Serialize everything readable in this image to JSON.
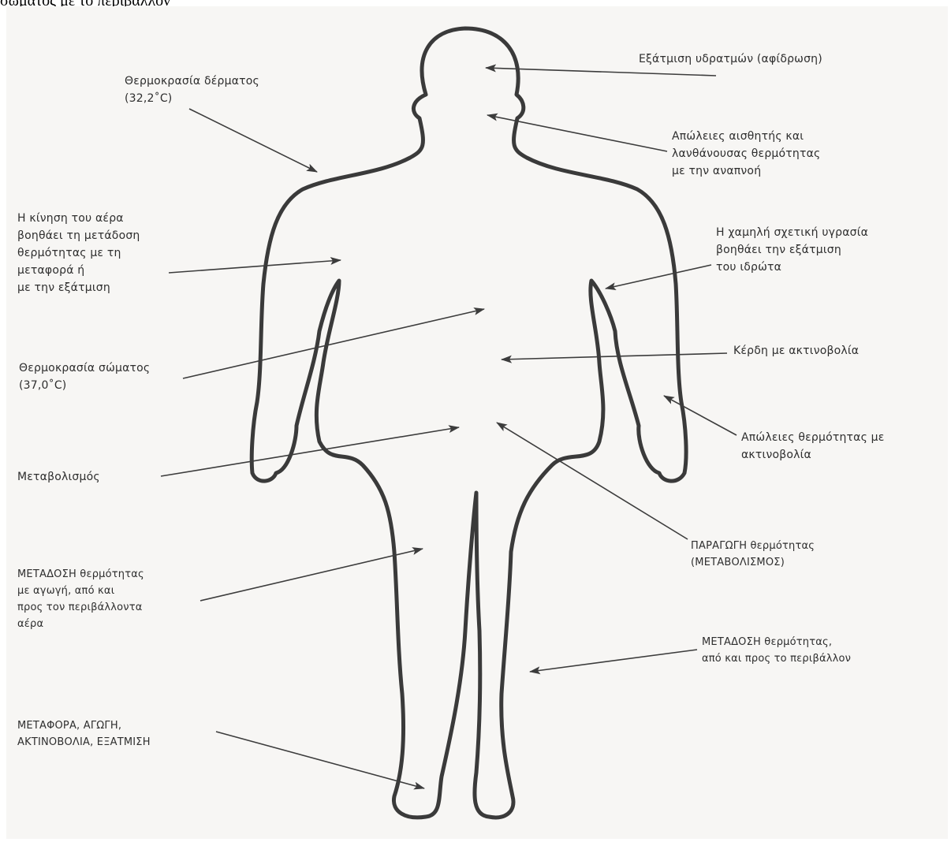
{
  "caption": "σώματος με το περιβάλλον",
  "labels": {
    "sweat_evaporation": "Εξάτμιση υδρατμών (αφίδρωση)",
    "skin_temp": "Θερμοκρασία δέρματος\n(32,2˚C)",
    "breathing_losses": "Απώλειες αισθητής και\nλανθάνουσας θερμότητας\nμε την αναπνοή",
    "air_motion": "Η κίνηση του αέρα\nβοηθάει τη μετάδοση\nθερμότητας με τη\nμεταφορά ή\nμε την εξάτμιση",
    "low_humidity": "Η χαμηλή σχετική υγρασία\nβοηθάει την εξάτμιση\nτου ιδρώτα",
    "radiation_gain": "Κέρδη με ακτινοβολία",
    "body_temp": "Θερμοκρασία σώματος\n(37,0˚C)",
    "radiation_losses": "Απώλειες θερμότητας με\nακτινοβολία",
    "metabolism": "Μεταβολισμός",
    "heat_production": "ΠΑΡΑΓΩΓΗ θερμότητας\n(ΜΕΤΑΒΟΛΙΣΜΟΣ)",
    "conduction_air": "ΜΕΤΑΔΟΣΗ θερμότητας\nμε αγωγή, από και\nπρος τον περιβάλλοντα\nαέρα",
    "transfer_environment": "ΜΕΤΑΔΟΣΗ θερμότητας,\nαπό και προς το περιβάλλον",
    "all_modes": "ΜΕΤΑΦΟΡΑ, ΑΓΩΓΗ,\nΑΚΤΙΝΟΒΟΛΙΑ, ΕΞΑΤΜΙΣΗ"
  },
  "colors": {
    "outline": "#3a3a3a",
    "arrow": "#3c3c3c",
    "text": "#2e2e2e",
    "paper": "#f7f6f4"
  }
}
